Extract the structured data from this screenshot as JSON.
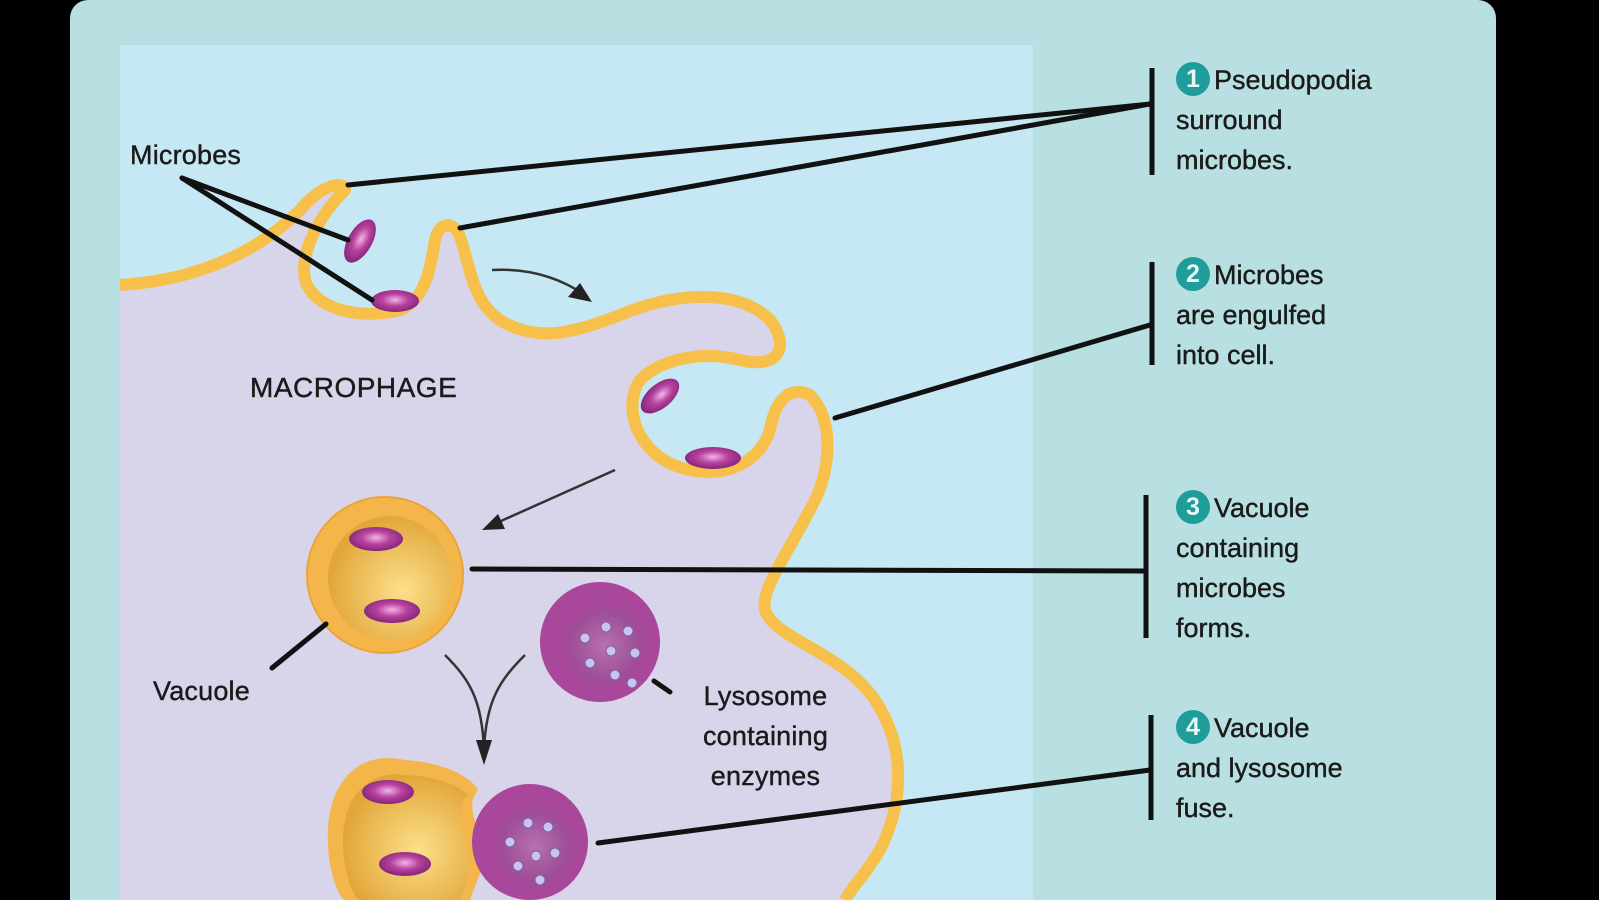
{
  "diagram": {
    "title": "Phagocytosis by a macrophage",
    "labels": {
      "microbes": "Microbes",
      "macrophage": "MACROPHAGE",
      "vacuole": "Vacuole",
      "lysosome": [
        "Lysosome",
        "containing",
        "enzymes"
      ]
    },
    "steps": [
      {
        "number": "1",
        "lines": [
          "Pseudopodia",
          "surround",
          "microbes."
        ]
      },
      {
        "number": "2",
        "lines": [
          "Microbes",
          "are engulfed",
          "into cell."
        ]
      },
      {
        "number": "3",
        "lines": [
          "Vacuole",
          "containing",
          "microbes",
          "forms."
        ]
      },
      {
        "number": "4",
        "lines": [
          "Vacuole",
          "and lysosome",
          "fuse."
        ]
      }
    ],
    "colors": {
      "panel": "#b8e0e2",
      "extracellular": "#c6e8f5",
      "cytoplasm": "#d8d4ea",
      "membrane": "#f7c04a",
      "microbe": "#9b2c8f",
      "lysosome": "#a9479b",
      "step_badge": "#1e9d9a"
    }
  }
}
